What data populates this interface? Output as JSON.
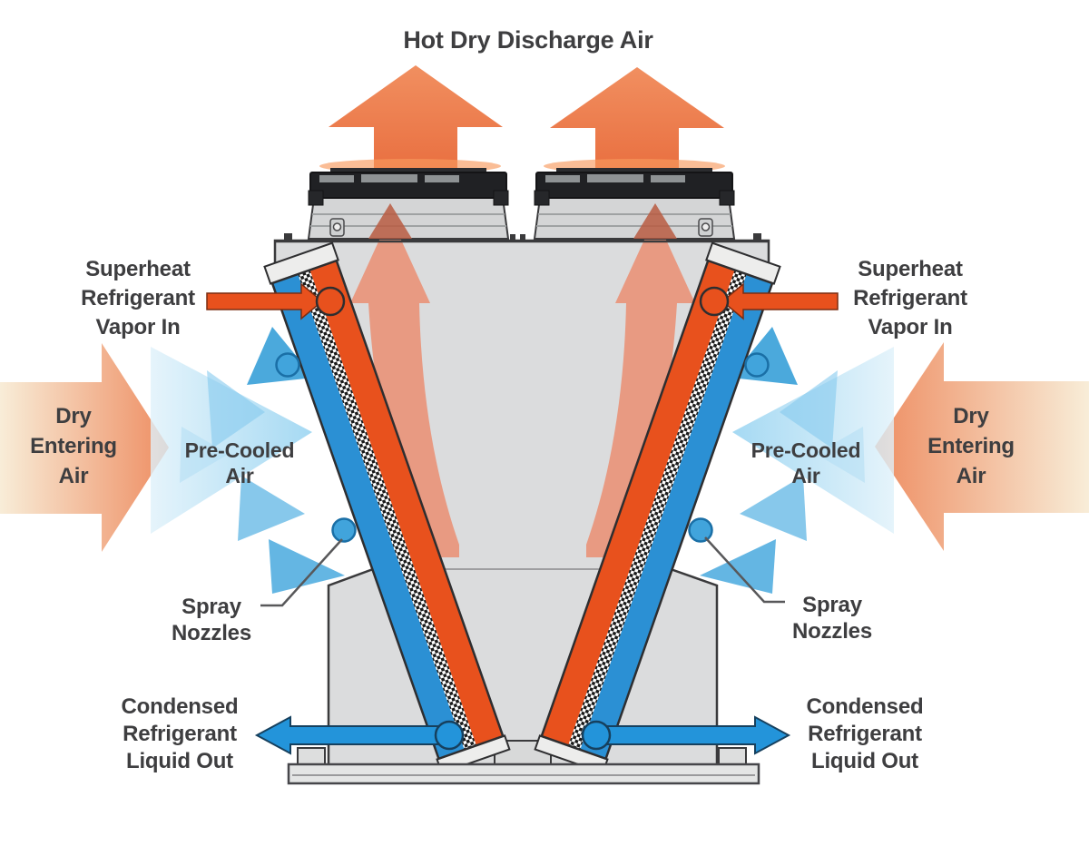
{
  "labels": {
    "discharge": [
      "Hot Dry Discharge Air"
    ],
    "superheat": [
      "Superheat",
      "Refrigerant",
      "Vapor In"
    ],
    "dry": [
      "Dry",
      "Entering",
      "Air"
    ],
    "precooled": [
      "Pre-Cooled",
      "Air"
    ],
    "spray": [
      "Spray",
      "Nozzles"
    ],
    "condensed": [
      "Condensed",
      "Refrigerant",
      "Liquid Out"
    ]
  },
  "colors": {
    "text": "#3E3E40",
    "dischargeOrange": "#F18F60",
    "dischargeOrangeDeep": "#E86C3D",
    "interiorSalmon": "#E9947A",
    "brickGlimpse": "#B85C42",
    "coilOrange": "#E8511D",
    "coilBlue": "#2B90D4",
    "vaporOrange": "#E8511D",
    "liquidBlue": "#2394DA",
    "nozzleBlue": "#41A4DC",
    "precooledDeep": "#37A0D8",
    "precooledBlue": "#5FB6E4",
    "precooledMid": "#8FD0F0",
    "precooledPale": "#DFF1FA",
    "dryPale": "#F8EDD8",
    "drySalmon": "#EE8E63",
    "casingGray": "#DBDCDD",
    "casingStroke": "#3A3A3C",
    "shroudGray": "#D4D5D6",
    "guardDark": "#202124",
    "baseGray": "#E4E5E5",
    "capGray": "#EDEDEC"
  }
}
